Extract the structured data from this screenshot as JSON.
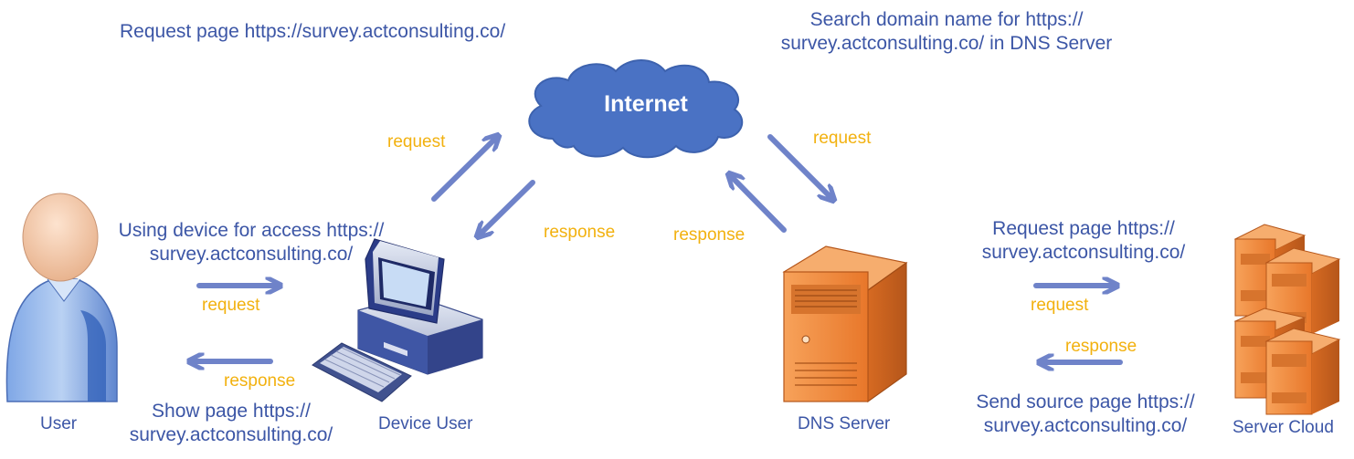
{
  "annotations": {
    "request_internet": "Request page https://survey.actconsulting.co/",
    "search_dns_line1": "Search domain name for https://",
    "search_dns_line2": "survey.actconsulting.co/ in DNS Server",
    "using_device_line1": "Using device for access https://",
    "using_device_line2": "survey.actconsulting.co/",
    "show_page_line1": "Show page https://",
    "show_page_line2": "survey.actconsulting.co/",
    "request_server_line1": "Request page https://",
    "request_server_line2": "survey.actconsulting.co/",
    "send_source_line1": "Send source page https://",
    "send_source_line2": "survey.actconsulting.co/"
  },
  "arrow_labels": {
    "request_pc_internet": "request",
    "response_internet_pc": "response",
    "request_internet_dns": "request",
    "response_dns_internet": "response",
    "request_user_pc": "request",
    "response_pc_user": "response",
    "request_dns_server": "request",
    "response_server_dns": "response"
  },
  "nodes": {
    "cloud": "Internet",
    "user": "User",
    "device": "Device User",
    "dns": "DNS Server",
    "server_cloud": "Server Cloud"
  },
  "colors": {
    "text_blue": "#3c56a6",
    "label_amber": "#f2b10f",
    "arrow": "#6f83c9",
    "cloud": "#4a72c4",
    "server_orange": "#f08a3c"
  }
}
